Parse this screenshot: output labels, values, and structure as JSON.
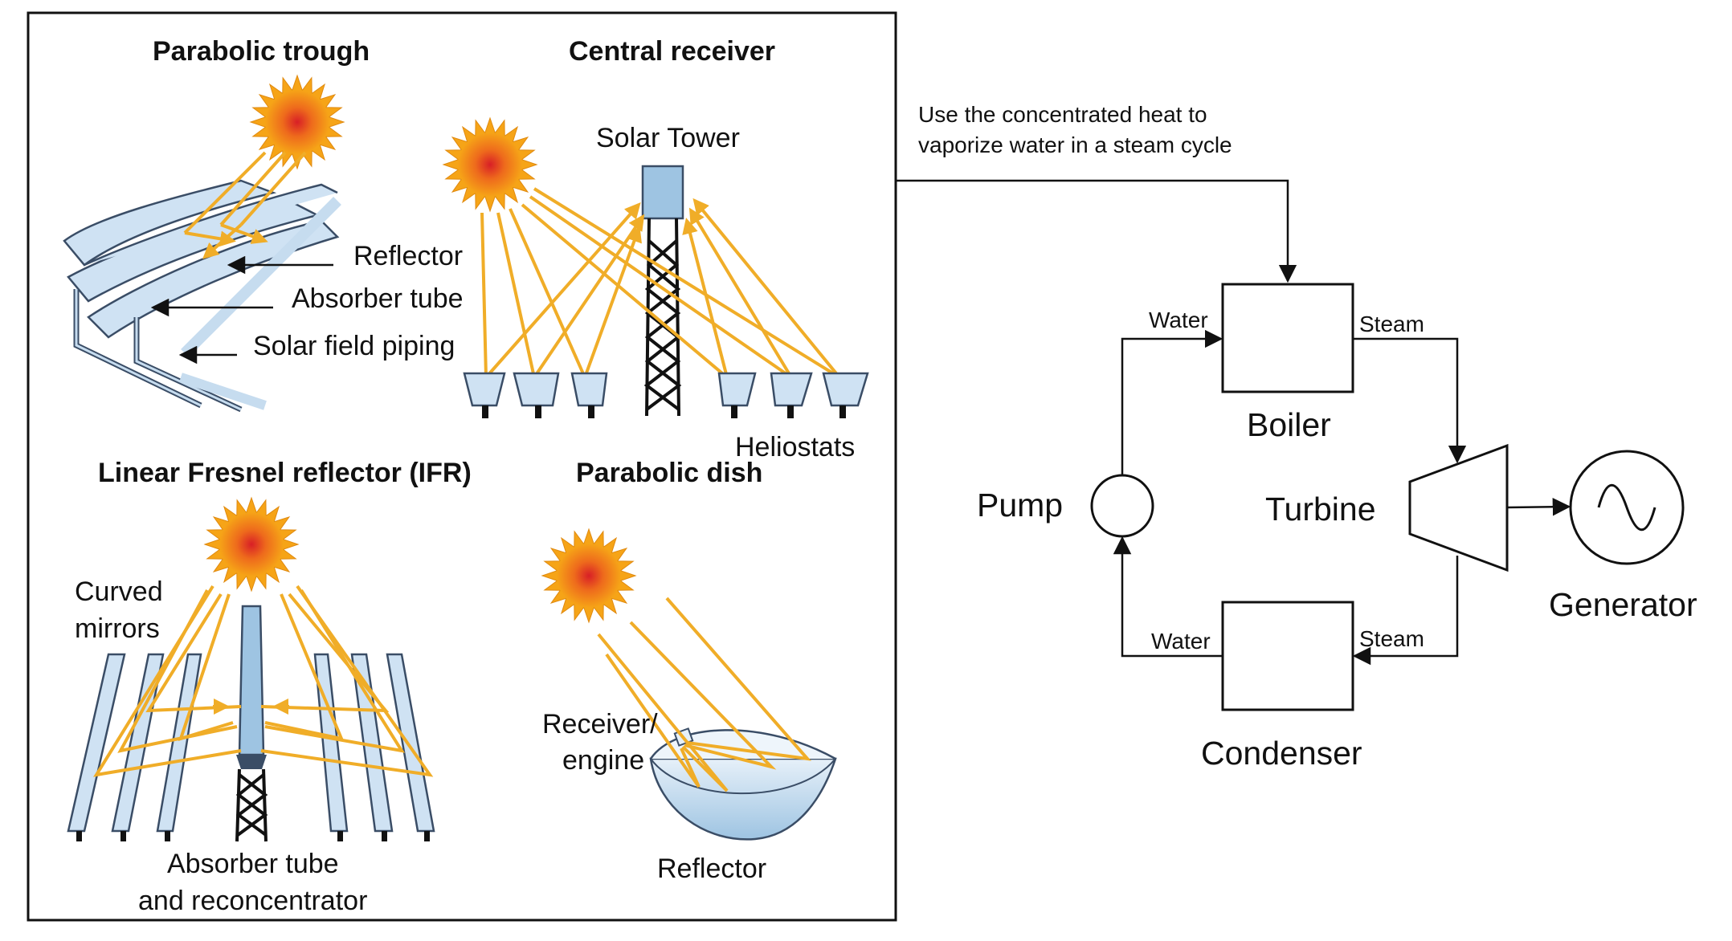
{
  "colors": {
    "ray": "#f0ad28",
    "mirror_fill": "#cfe2f3",
    "mirror_stroke": "#3a4d66",
    "tower_fill": "#9ec4e2",
    "sun_outer": "#f6a417",
    "sun_core": "#d81f26",
    "line": "#111111"
  },
  "csp": {
    "parabolic_trough": {
      "title": "Parabolic trough",
      "reflector": "Reflector",
      "absorber_tube": "Absorber tube",
      "solar_field_piping": "Solar field piping"
    },
    "central_receiver": {
      "title": "Central receiver",
      "solar_tower": "Solar Tower",
      "heliostats": "Heliostats"
    },
    "linear_fresnel": {
      "title": "Linear Fresnel reflector (IFR)",
      "curved_mirrors_1": "Curved",
      "curved_mirrors_2": "mirrors",
      "absorber_1": "Absorber tube",
      "absorber_2": "and reconcentrator"
    },
    "parabolic_dish": {
      "title": "Parabolic dish",
      "receiver_1": "Receiver/",
      "receiver_2": "engine",
      "reflector": "Reflector"
    }
  },
  "cycle": {
    "note_1": "Use the concentrated heat to",
    "note_2": "vaporize water in a steam cycle",
    "boiler": "Boiler",
    "turbine": "Turbine",
    "generator": "Generator",
    "pump": "Pump",
    "condenser": "Condenser",
    "water_in": "Water",
    "steam_out": "Steam",
    "steam_in": "Steam",
    "water_out": "Water"
  }
}
